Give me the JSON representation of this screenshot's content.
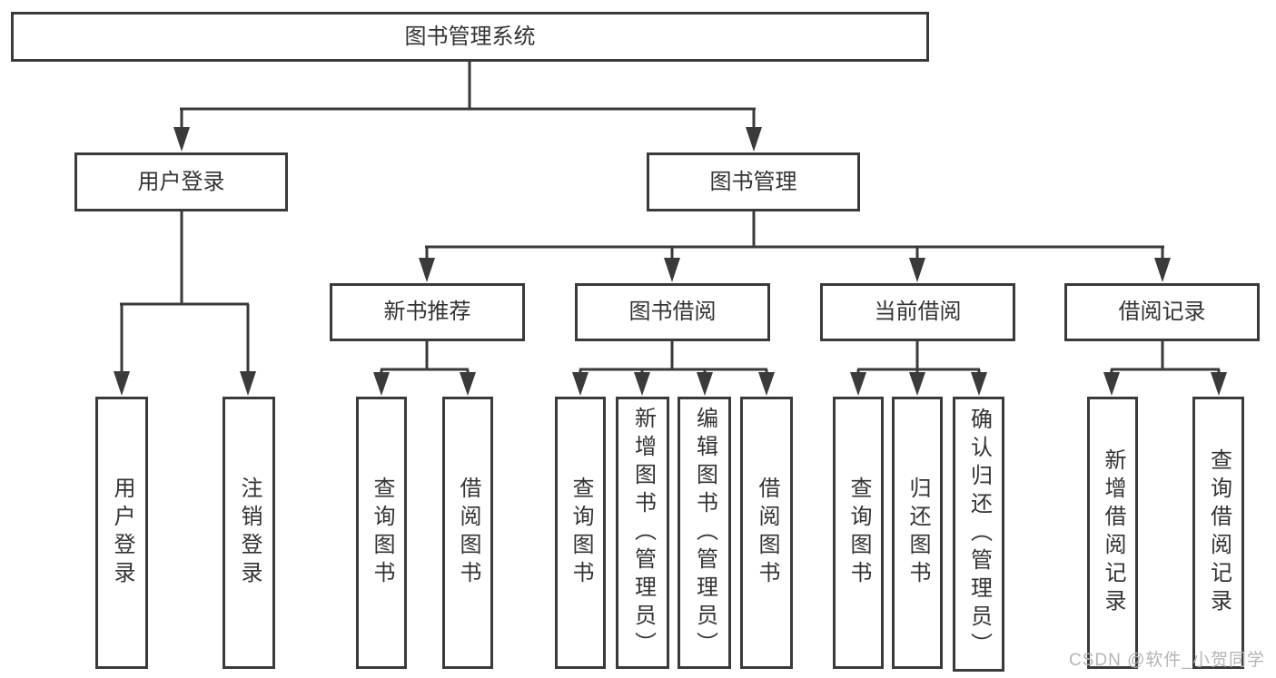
{
  "tree": {
    "root": {
      "label": "图书管理系统"
    },
    "children": [
      {
        "label": "用户登录",
        "children": [
          {
            "label": "用户登录"
          },
          {
            "label": "注销登录"
          }
        ]
      },
      {
        "label": "图书管理",
        "children": [
          {
            "label": "新书推荐",
            "children": [
              {
                "label": "查询图书"
              },
              {
                "label": "借阅图书"
              }
            ]
          },
          {
            "label": "图书借阅",
            "children": [
              {
                "label": "查询图书"
              },
              {
                "label": "新增图书（管理员）"
              },
              {
                "label": "编辑图书（管理员）"
              },
              {
                "label": "借阅图书"
              }
            ]
          },
          {
            "label": "当前借阅",
            "children": [
              {
                "label": "查询图书"
              },
              {
                "label": "归还图书"
              },
              {
                "label": "确认归还（管理员）"
              }
            ]
          },
          {
            "label": "借阅记录",
            "children": [
              {
                "label": "新增借阅记录"
              },
              {
                "label": "查询借阅记录"
              }
            ]
          }
        ]
      }
    ]
  },
  "watermark": "CSDN @软件_小贺同学",
  "colors": {
    "line": "#3a3a3a",
    "box_border": "#3a3a3a",
    "text": "#333333",
    "watermark": "#b5b5b5"
  }
}
